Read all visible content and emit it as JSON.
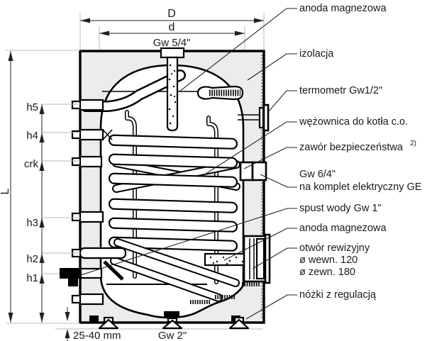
{
  "colors": {
    "line": "#000000",
    "insulation_fill": "#ececec",
    "reference_line": "#b9b9b9"
  },
  "dims": {
    "D": "D",
    "d": "d",
    "top_thread": "Gw 5/4\"",
    "L": "L",
    "h5": "h5",
    "h4": "h4",
    "crk": "crk",
    "h3": "h3",
    "h2": "h2",
    "h1": "h1",
    "feet_range": "25-40 mm",
    "bottom_thread": "Gw 2\""
  },
  "callouts": [
    {
      "label": "anoda magnezowa"
    },
    {
      "label": "izolacja"
    },
    {
      "label": "termometr Gw1/2\""
    },
    {
      "label": "wężownica do kotła c.o."
    },
    {
      "label": "zawór bezpieczeństwa",
      "sup": "2)"
    },
    {
      "line1": "Gw 6/4\"",
      "line2": "na komplet elektryczny GE"
    },
    {
      "label": "spust wody Gw 1\""
    },
    {
      "label": "anoda magnezowa"
    },
    {
      "line1": "otwór rewizyjny",
      "line2": "ø wewn. 120",
      "line3": "ø zewn. 180"
    },
    {
      "label": "nóżki z regulacją"
    }
  ]
}
